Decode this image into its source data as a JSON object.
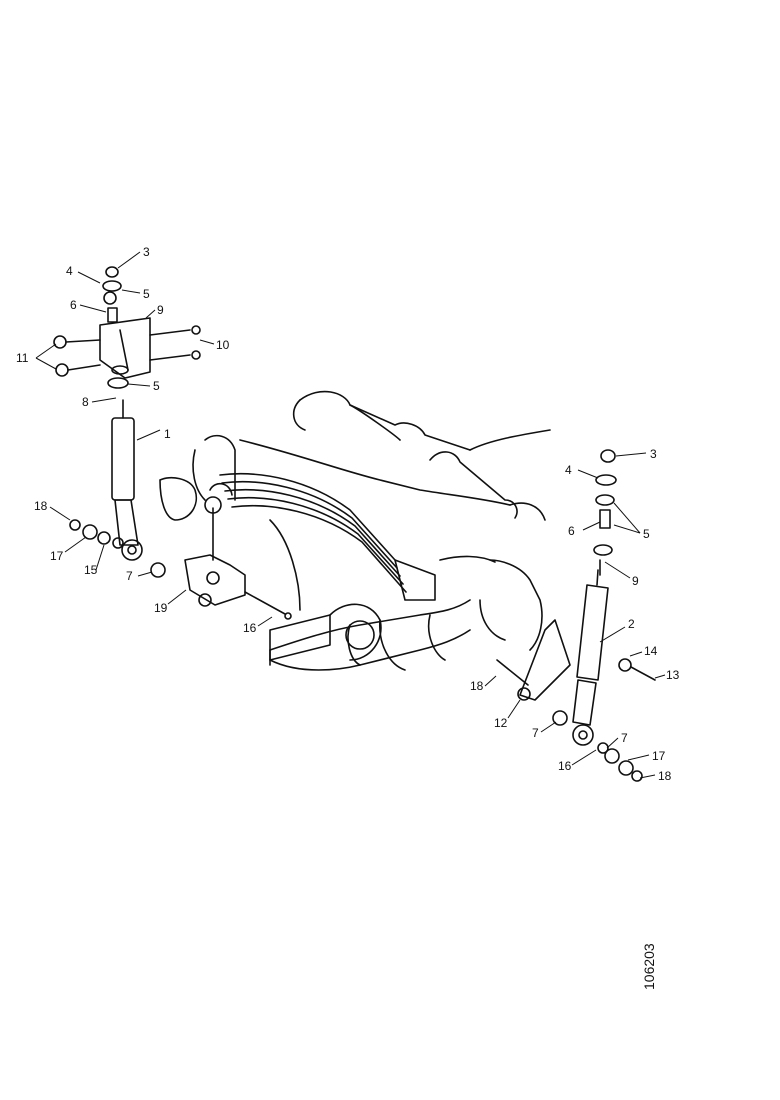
{
  "document_number": "106203",
  "callouts": {
    "c3a": "3",
    "c4a": "4",
    "c5a": "5",
    "c6a": "6",
    "c9a": "9",
    "c10": "10",
    "c11": "11",
    "c5b": "5",
    "c8": "8",
    "c1": "1",
    "c18a": "18",
    "c17a": "17",
    "c15a": "15",
    "c7a": "7",
    "c19": "19",
    "c16a": "16",
    "c3b": "3",
    "c4b": "4",
    "c5c": "5",
    "c6b": "6",
    "c9b": "9",
    "c2": "2",
    "c14": "14",
    "c13": "13",
    "c18b": "18",
    "c12": "12",
    "c7b": "7",
    "c7c": "7",
    "c17b": "17",
    "c16b": "16",
    "c18c": "18"
  }
}
